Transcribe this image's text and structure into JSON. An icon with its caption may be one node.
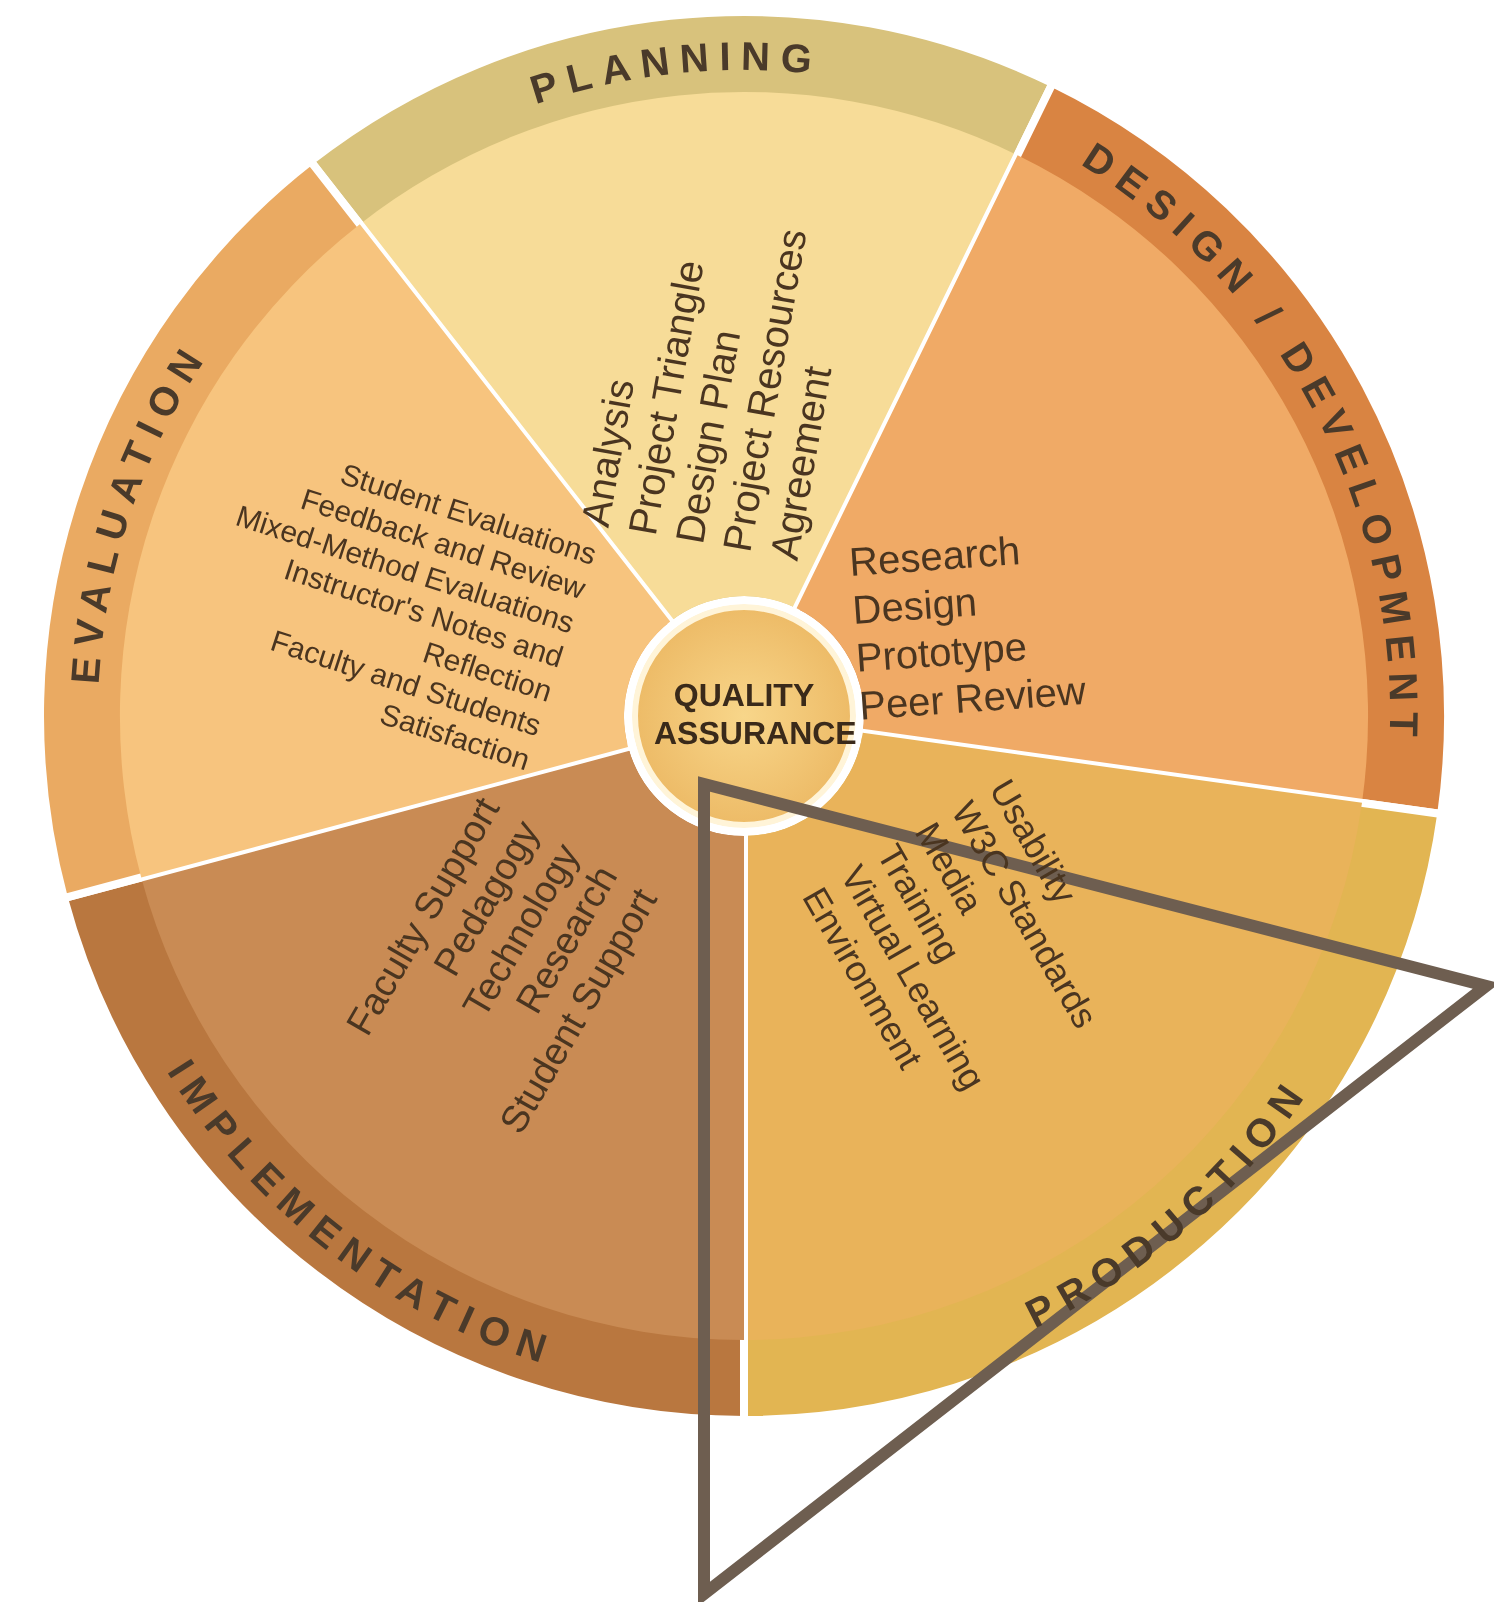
{
  "diagram": {
    "nodes": [
      {
        "text": [
          "QUALITY ASSURANCE"
        ]
      },
      {
        "text": [
          "PLANNING",
          "Analysis",
          "Project Triangle",
          "Design Plan",
          "Project Resources",
          "Agreement"
        ]
      },
      {
        "text": [
          "DESIGN / DEVELOPMENT",
          "Research",
          "Design",
          "Prototype",
          "Peer Review"
        ]
      },
      {
        "text": [
          "PRODUCTION",
          "Usability",
          "W3C Standards",
          "Media",
          "Training",
          "Virtual Learning Environment"
        ]
      },
      {
        "text": [
          "IMPLEMENTATION",
          "Faculty Support",
          "Pedagogy",
          "Technology",
          "Research",
          "Student Support"
        ]
      },
      {
        "text": [
          "EVALUATION",
          "Student Evaluations",
          "Feedback and Review",
          "Mixed-Method Evaluations",
          "Instructor's Notes and Reflection",
          "Faculty and Students Satisfaction"
        ]
      }
    ]
  }
}
